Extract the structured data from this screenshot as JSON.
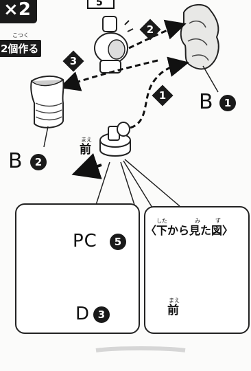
{
  "header": {
    "quantity_badge": "×2",
    "make_ruby": "こつく",
    "make_label": "2個作る"
  },
  "steps": [
    "1",
    "2",
    "3"
  ],
  "top_box_number": "5",
  "callouts": {
    "b1": {
      "letter": "B",
      "number": "1"
    },
    "b2": {
      "letter": "B",
      "number": "2"
    },
    "pc5": {
      "letter": "PC",
      "number": "5"
    },
    "d3": {
      "letter": "D",
      "number": "3"
    }
  },
  "front": {
    "ruby": "まえ",
    "label": "前"
  },
  "bottom_view": {
    "ruby_left": "した",
    "ruby_mid": "み",
    "ruby_right": "ず",
    "label": "〈下から見た図〉"
  },
  "colors": {
    "ink": "#1a1a1a",
    "paper": "#fbfbfa",
    "part": "#ffffff",
    "shade": "#9a9a9a"
  }
}
